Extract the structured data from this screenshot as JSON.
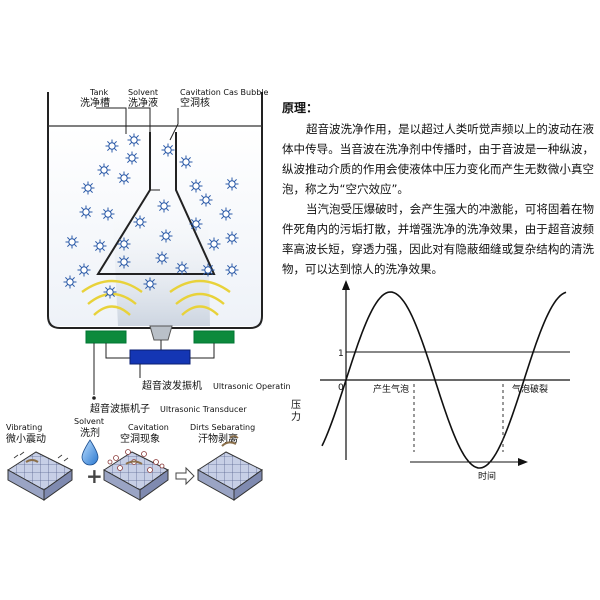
{
  "tank_diagram": {
    "tank_en": "Tank",
    "tank_zh": "洗净槽",
    "solvent_en": "Solvent",
    "solvent_zh": "洗净液",
    "bubble_en": "Cavitation Cas Bubble",
    "bubble_zh": "空洞核",
    "generator_zh": "超音波发振机",
    "generator_en": "Ultrasonic Operatin",
    "transducer_zh": "超音波振机子",
    "transducer_en": "Ultrasonic Transducer"
  },
  "process": {
    "step1_en": "Vibrating",
    "step1_zh": "微小震动",
    "step2_en": "Solvent",
    "step2_zh": "洗剂",
    "step3_en": "Cavitation",
    "step3_zh": "空洞现象",
    "step4_en": "Dirts Sebarating",
    "step4_zh": "汗物剥离"
  },
  "principle": {
    "heading": "原理：",
    "para1": "超音波洗净作用，是以超过人类听觉声频以上的波动在液体中传导。当音波在洗净剂中传播时，由于音波是一种纵波，纵波推动介质的作用会使液体中压力变化而产生无数微小真空泡，称之为“空穴效应”。",
    "para2": "当汽泡受压爆破时，会产生强大的冲激能，可将固着在物件死角内的污垢打散，并增强洗净的洗净效果，由于超音波频率高波长短，穿透力强，因此对有隐蔽细缝或复杂结构的清洗物，可以达到惊人的洗净效果。"
  },
  "wave_graph": {
    "y_label": "压力",
    "x_label": "时间",
    "tick_one": "1",
    "tick_zero": "0",
    "label_bubble_generate": "产生气泡",
    "label_bubble_burst": "气泡破裂"
  },
  "colors": {
    "transducer_green": "#0c8a3c",
    "generator_blue": "#1436b4",
    "wave_yellow": "#e8d23a",
    "bubble_blue": "#2b5aa8"
  }
}
